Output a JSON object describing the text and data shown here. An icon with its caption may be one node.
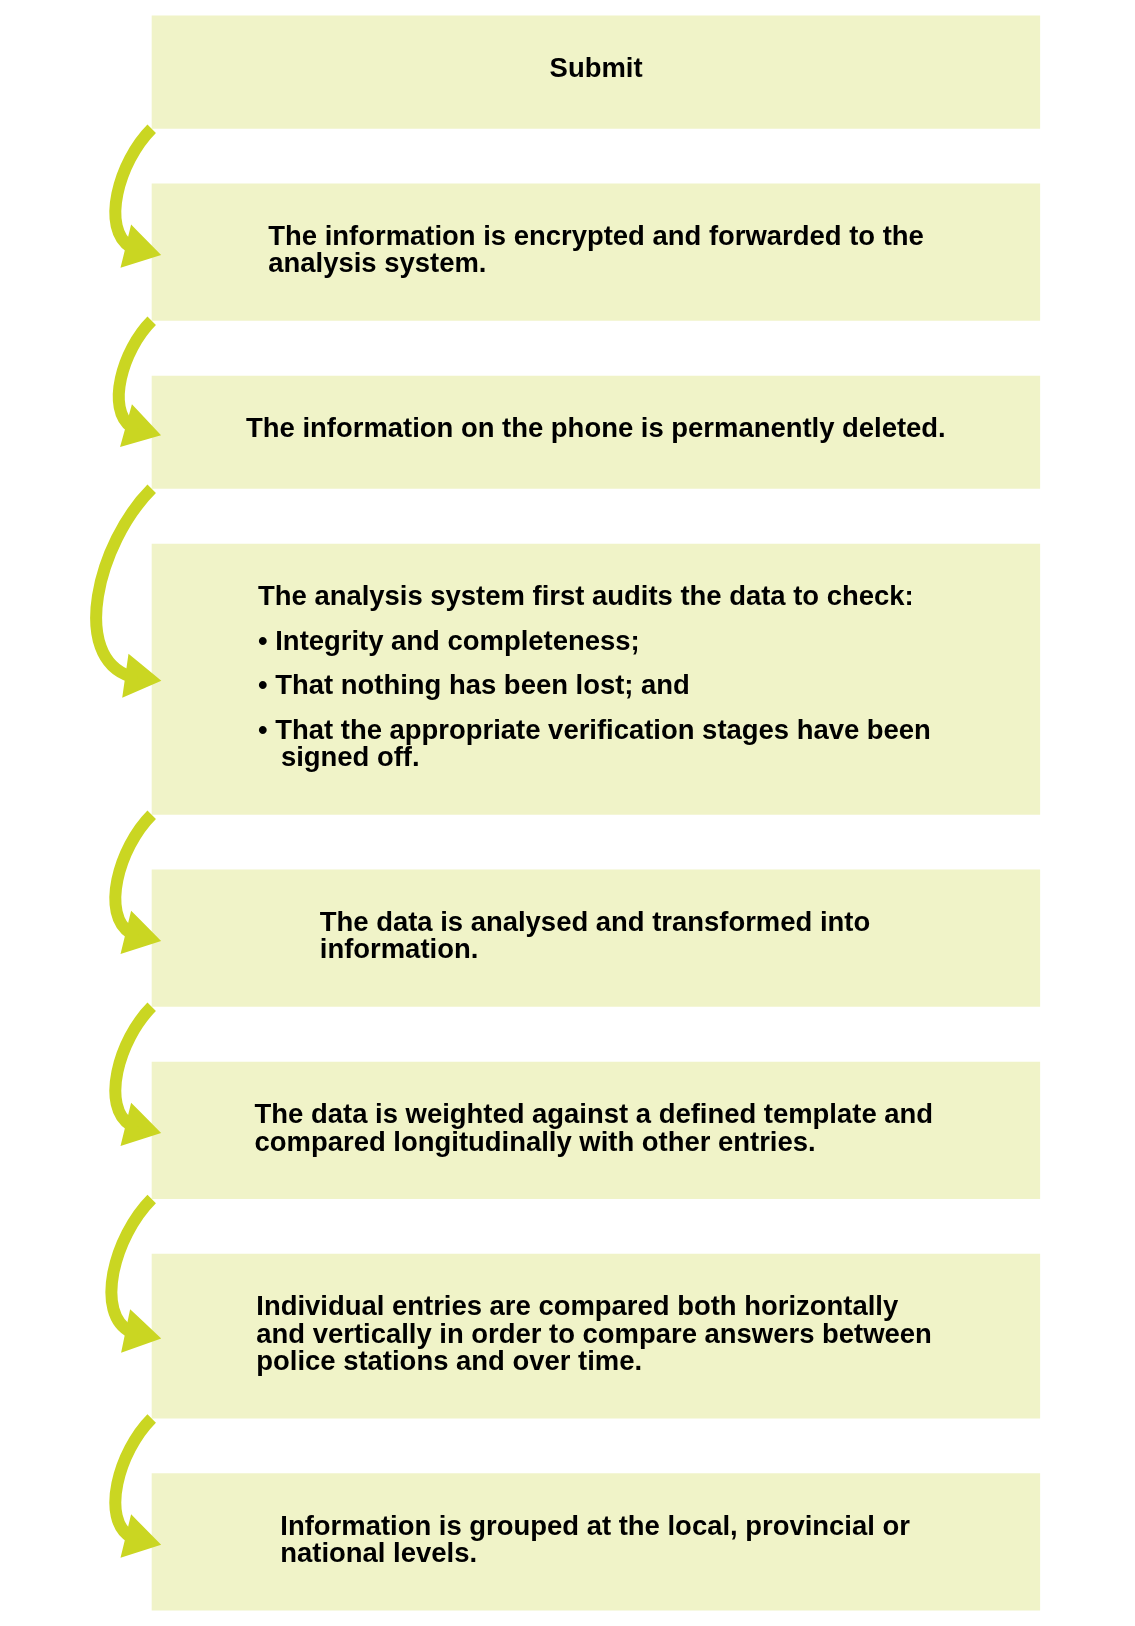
{
  "diagram": {
    "nodes": [
      {
        "text": [
          "Submit"
        ]
      },
      {
        "text": [
          "The information is encrypted and forwarded to the analysis system."
        ]
      },
      {
        "text": [
          "The information on the phone is permanently deleted."
        ]
      },
      {
        "text": [
          "The analysis system first audits the data to check:",
          "• Integrity and completeness;",
          "• That nothing has been lost; and",
          "• That the appropriate verification stages have been signed off."
        ]
      },
      {
        "text": [
          "The data is analysed and transformed into information."
        ]
      },
      {
        "text": [
          "The data is weighted against a defined template and compared longitudinally with other entries."
        ]
      },
      {
        "text": [
          "Individual entries are compared both horizontally and vertically in order to compare answers between police stations and over time."
        ]
      },
      {
        "text": [
          "Information is grouped at the local, provincial or national levels."
        ]
      }
    ],
    "edges": [
      {
        "from": 0,
        "to": 1,
        "arrow": "to"
      },
      {
        "from": 1,
        "to": 2,
        "arrow": "to"
      },
      {
        "from": 2,
        "to": 3,
        "arrow": "to"
      },
      {
        "from": 3,
        "to": 4,
        "arrow": "to"
      },
      {
        "from": 4,
        "to": 5,
        "arrow": "to"
      },
      {
        "from": 5,
        "to": 6,
        "arrow": "to"
      },
      {
        "from": 6,
        "to": 7,
        "arrow": "to"
      }
    ]
  }
}
